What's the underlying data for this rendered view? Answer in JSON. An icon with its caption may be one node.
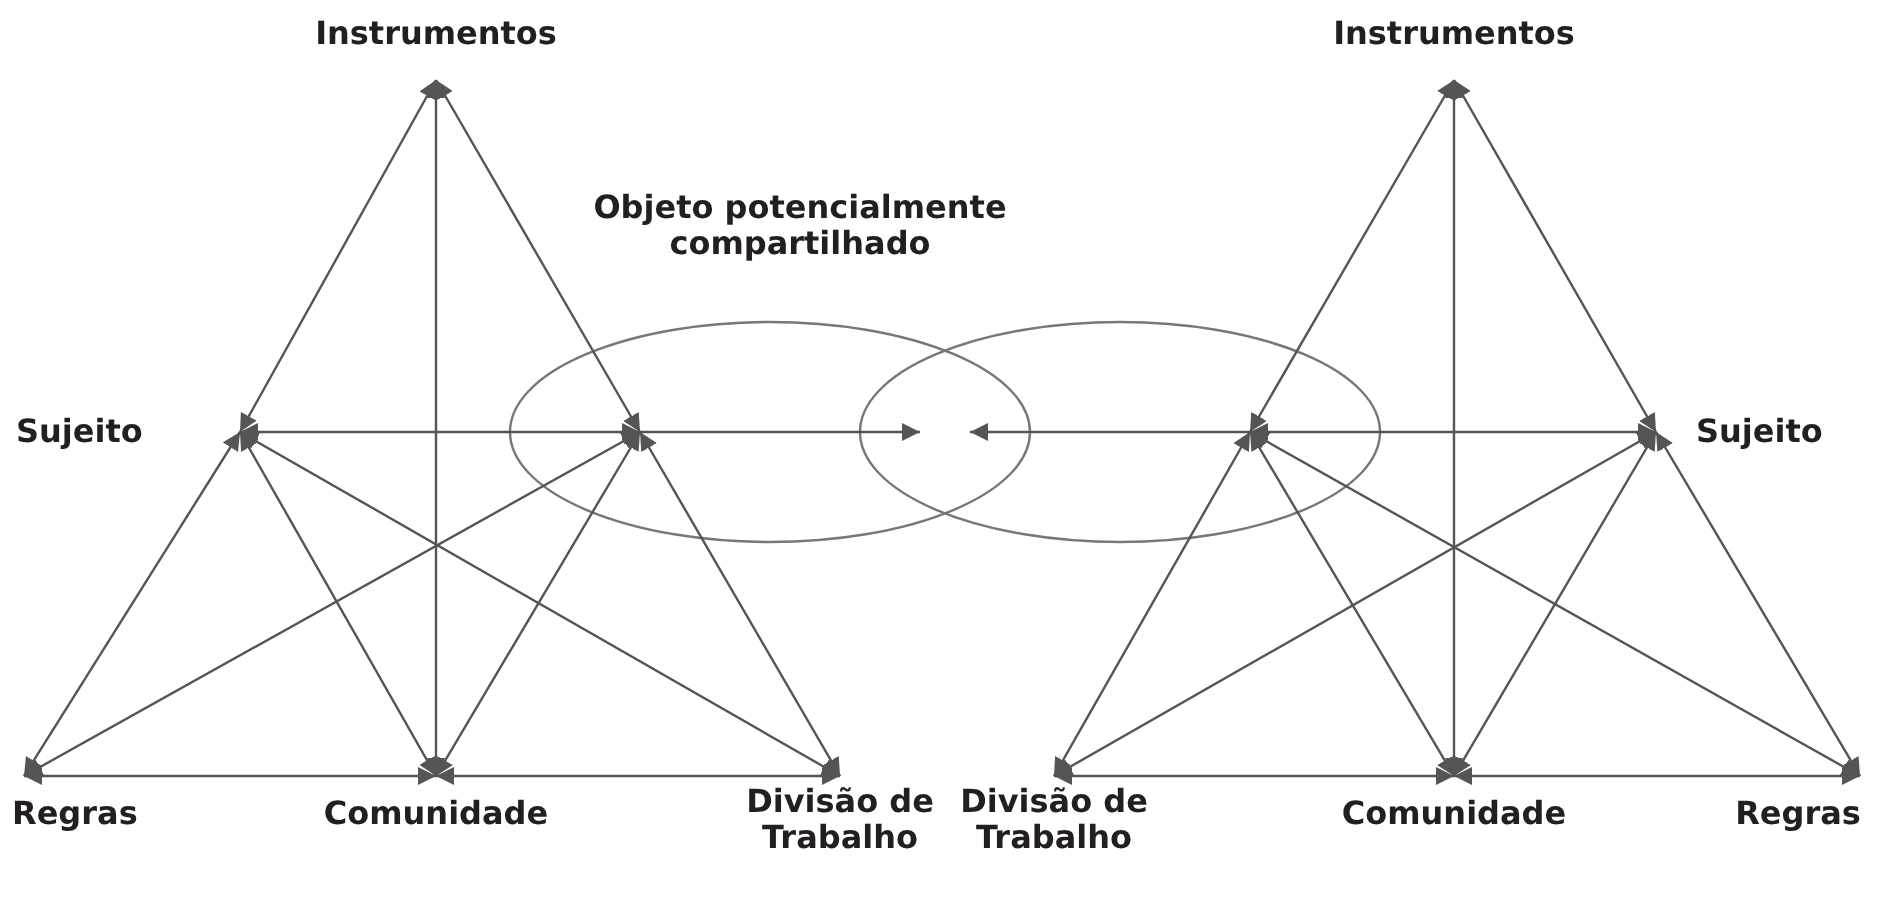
{
  "diagram": {
    "nodes": [
      {
        "text": [
          "Instrumentos"
        ]
      },
      {
        "text": [
          "Sujeito"
        ]
      },
      {
        "text": [],
        "shape": "ellipse"
      },
      {
        "text": [
          "Regras"
        ]
      },
      {
        "text": [
          "Comunidade"
        ]
      },
      {
        "text": [
          "Divisão de Trabalho"
        ]
      },
      {
        "text": [],
        "shape": "ellipse"
      },
      {
        "text": [
          "Instrumentos"
        ]
      },
      {
        "text": [
          "Sujeito"
        ]
      },
      {
        "text": [
          "Divisão de Trabalho"
        ]
      },
      {
        "text": [
          "Comunidade"
        ]
      },
      {
        "text": [
          "Regras"
        ]
      }
    ],
    "edges": [
      {
        "from": 1,
        "to": 0,
        "arrow": "both"
      },
      {
        "from": 2,
        "to": 0,
        "arrow": "both"
      },
      {
        "from": 4,
        "to": 0,
        "arrow": "both"
      },
      {
        "from": 1,
        "to": 2,
        "arrow": "both"
      },
      {
        "from": 1,
        "to": 3,
        "arrow": "both"
      },
      {
        "from": 1,
        "to": 4,
        "arrow": "both"
      },
      {
        "from": 1,
        "to": 5,
        "arrow": "both"
      },
      {
        "from": 2,
        "to": 3,
        "arrow": "both"
      },
      {
        "from": 2,
        "to": 4,
        "arrow": "both"
      },
      {
        "from": 2,
        "to": 5,
        "arrow": "both"
      },
      {
        "from": 3,
        "to": 4,
        "arrow": "both"
      },
      {
        "from": 4,
        "to": 5,
        "arrow": "both"
      },
      {
        "from": 2,
        "to": 6,
        "arrow": "to"
      },
      {
        "from": 6,
        "to": 2,
        "arrow": "to"
      },
      {
        "from": 6,
        "to": 7,
        "arrow": "both"
      },
      {
        "from": 8,
        "to": 7,
        "arrow": "both"
      },
      {
        "from": 10,
        "to": 7,
        "arrow": "both"
      },
      {
        "from": 6,
        "to": 8,
        "arrow": "both"
      },
      {
        "from": 6,
        "to": 9,
        "arrow": "both"
      },
      {
        "from": 6,
        "to": 10,
        "arrow": "both"
      },
      {
        "from": 6,
        "to": 11,
        "arrow": "both"
      },
      {
        "from": 8,
        "to": 9,
        "arrow": "both"
      },
      {
        "from": 8,
        "to": 10,
        "arrow": "both"
      },
      {
        "from": 8,
        "to": 11,
        "arrow": "both"
      },
      {
        "from": 9,
        "to": 10,
        "arrow": "both"
      },
      {
        "from": 10,
        "to": 11,
        "arrow": "both"
      }
    ],
    "labels": [
      "Objeto potencialmente compartilhado"
    ]
  }
}
